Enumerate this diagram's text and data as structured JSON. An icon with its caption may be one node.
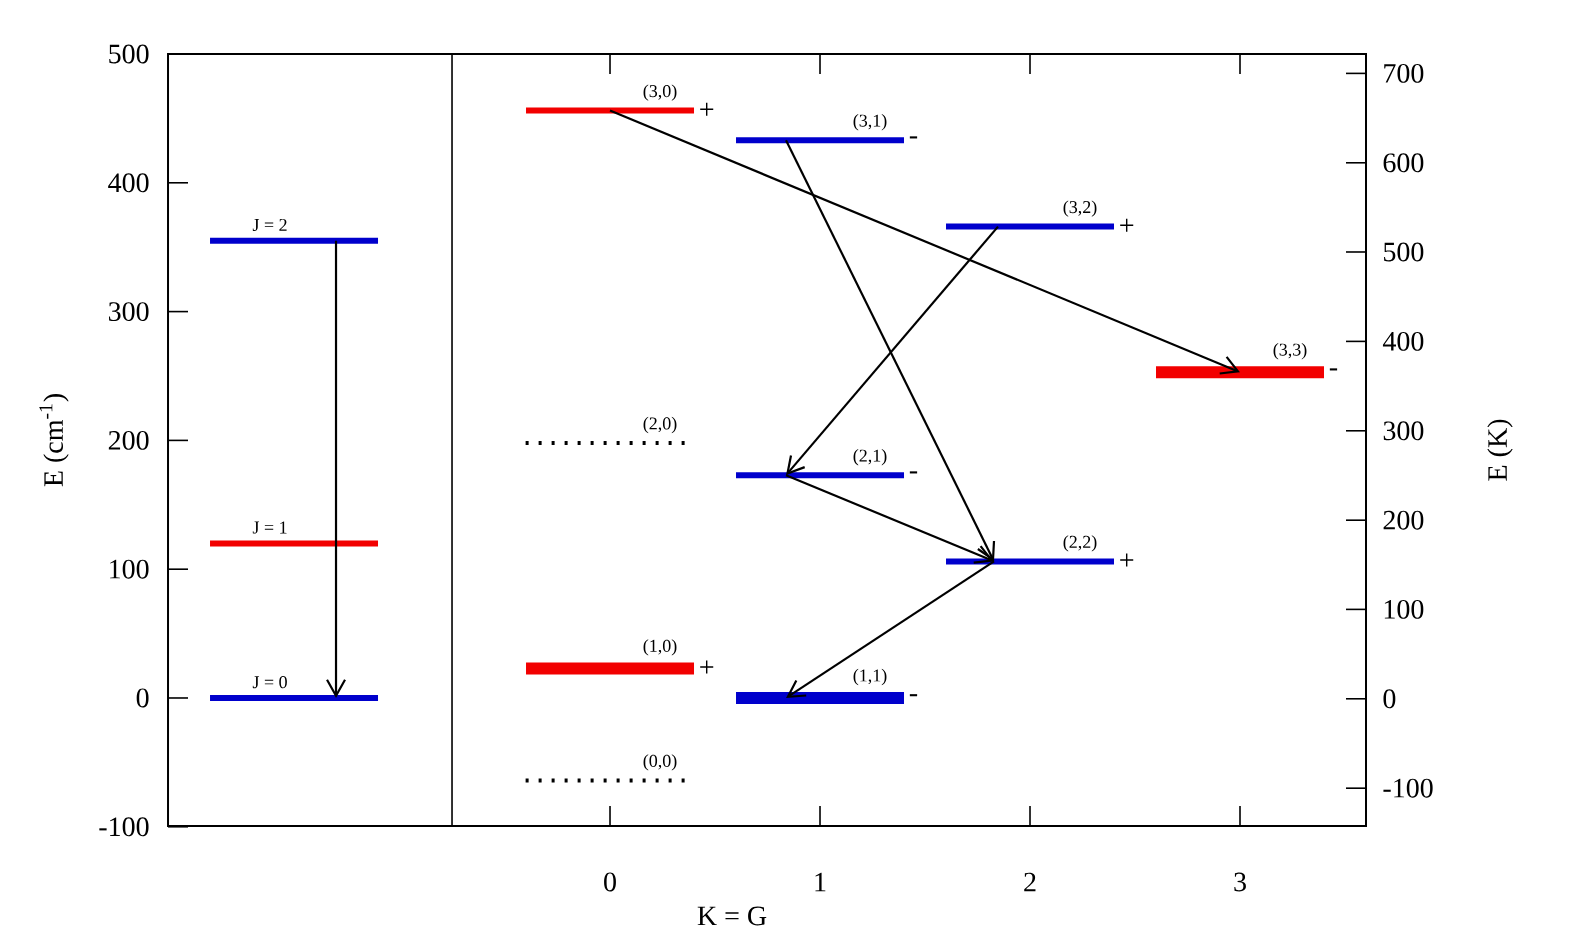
{
  "diagram": {
    "nodes": [
      {
        "text": [
          "J = 2"
        ]
      },
      {
        "text": [
          "J = 1"
        ]
      },
      {
        "text": [
          "J = 0"
        ]
      },
      {
        "text": [
          "(3,0)"
        ],
        "beside": [
          "+"
        ]
      },
      {
        "text": [
          "(3,1)"
        ],
        "beside": [
          "-"
        ]
      },
      {
        "text": [
          "(3,2)"
        ],
        "beside": [
          "+"
        ]
      },
      {
        "text": [
          "(3,3)"
        ],
        "beside": [
          "-"
        ]
      },
      {
        "text": [
          "(2,0)"
        ]
      },
      {
        "text": [
          "(2,1)"
        ],
        "beside": [
          "-"
        ]
      },
      {
        "text": [
          "(2,2)"
        ],
        "beside": [
          "+"
        ]
      },
      {
        "text": [
          "(1,0)"
        ],
        "beside": [
          "+"
        ]
      },
      {
        "text": [
          "(1,1)"
        ],
        "beside": [
          "-"
        ]
      },
      {
        "text": [
          "(0,0)"
        ]
      }
    ],
    "edges": [
      {
        "from": 0,
        "to": 2,
        "arrow": "to"
      },
      {
        "from": 3,
        "to": 6,
        "arrow": "to"
      },
      {
        "from": 4,
        "to": 9,
        "arrow": "to"
      },
      {
        "from": 5,
        "to": 8,
        "arrow": "to"
      },
      {
        "from": 8,
        "to": 9,
        "arrow": "to"
      },
      {
        "from": 9,
        "to": 11,
        "arrow": "to"
      }
    ],
    "labels": [
      "500",
      "400",
      "300",
      "200",
      "100",
      "0",
      "-100",
      "E (cm$^{-1}$)",
      "700",
      "600",
      "500",
      "400",
      "300",
      "200",
      "100",
      "0",
      "-100",
      "E (K)",
      "0",
      "1",
      "2",
      "3",
      "K = G"
    ]
  }
}
